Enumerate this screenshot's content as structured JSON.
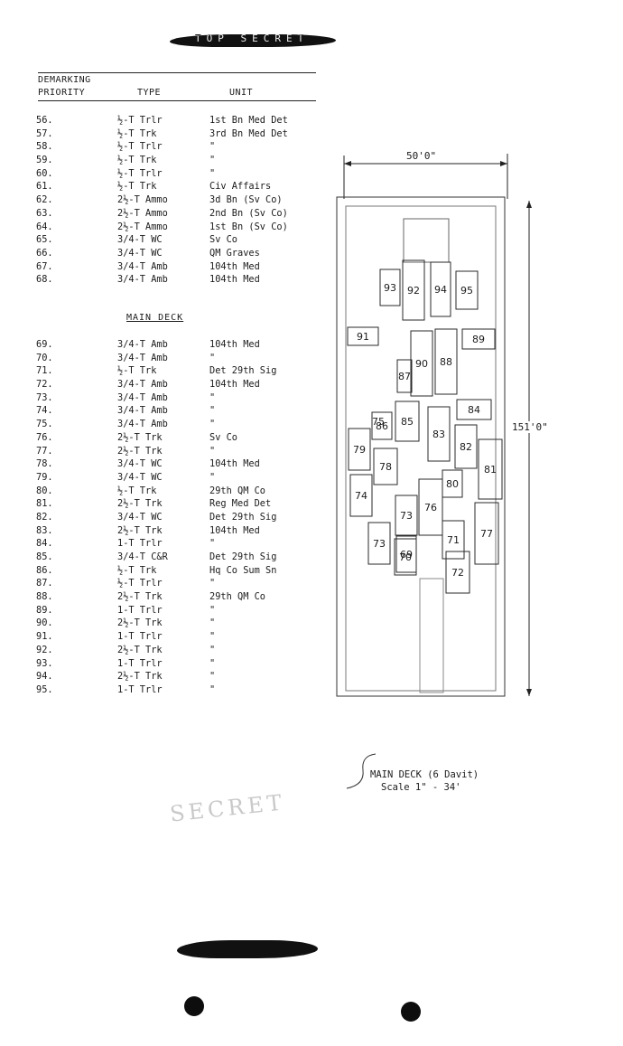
{
  "header": {
    "classification": "TOP SECRET",
    "col_priority_line1": "DEMARKING",
    "col_priority_line2": "PRIORITY",
    "col_type": "TYPE",
    "col_unit": "UNIT"
  },
  "rows_top": [
    {
      "num": "56.",
      "type": "½-T Trlr",
      "unit": "1st Bn Med Det"
    },
    {
      "num": "57.",
      "type": "½-T Trk",
      "unit": "3rd Bn Med Det"
    },
    {
      "num": "58.",
      "type": "½-T Trlr",
      "unit": "\""
    },
    {
      "num": "59.",
      "type": "½-T Trk",
      "unit": "\""
    },
    {
      "num": "60.",
      "type": "½-T Trlr",
      "unit": "\""
    },
    {
      "num": "61.",
      "type": "½-T Trk",
      "unit": "Civ Affairs"
    },
    {
      "num": "62.",
      "type": "2½-T Ammo",
      "unit": "3d Bn (Sv Co)"
    },
    {
      "num": "63.",
      "type": "2½-T Ammo",
      "unit": "2nd Bn (Sv Co)"
    },
    {
      "num": "64.",
      "type": "2½-T Ammo",
      "unit": "1st Bn (Sv Co)"
    },
    {
      "num": "65.",
      "type": "3/4-T WC",
      "unit": "Sv Co"
    },
    {
      "num": "66.",
      "type": "3/4-T WC",
      "unit": "QM Graves"
    },
    {
      "num": "67.",
      "type": "3/4-T Amb",
      "unit": "104th Med"
    },
    {
      "num": "68.",
      "type": "3/4-T Amb",
      "unit": "104th Med"
    }
  ],
  "main_deck_heading": "MAIN DECK",
  "rows_main": [
    {
      "num": "69.",
      "type": "3/4-T Amb",
      "unit": "104th Med"
    },
    {
      "num": "70.",
      "type": "3/4-T Amb",
      "unit": "\""
    },
    {
      "num": "71.",
      "type": "½-T Trk",
      "unit": "Det 29th Sig"
    },
    {
      "num": "72.",
      "type": "3/4-T Amb",
      "unit": "104th Med"
    },
    {
      "num": "73.",
      "type": "3/4-T Amb",
      "unit": "\""
    },
    {
      "num": "74.",
      "type": "3/4-T Amb",
      "unit": "\""
    },
    {
      "num": "75.",
      "type": "3/4-T Amb",
      "unit": "\""
    },
    {
      "num": "76.",
      "type": "2½-T Trk",
      "unit": "Sv Co"
    },
    {
      "num": "77.",
      "type": "2½-T Trk",
      "unit": "\""
    },
    {
      "num": "78.",
      "type": "3/4-T WC",
      "unit": "104th Med"
    },
    {
      "num": "79.",
      "type": "3/4-T WC",
      "unit": "\""
    },
    {
      "num": "80.",
      "type": "½-T Trk",
      "unit": "29th QM Co"
    },
    {
      "num": "81.",
      "type": "2½-T Trk",
      "unit": "Reg Med Det"
    },
    {
      "num": "82.",
      "type": "3/4-T WC",
      "unit": "Det 29th Sig"
    },
    {
      "num": "83.",
      "type": "2½-T Trk",
      "unit": "104th Med"
    },
    {
      "num": "84.",
      "type": "1-T Trlr",
      "unit": "\""
    },
    {
      "num": "85.",
      "type": "3/4-T C&R",
      "unit": "Det 29th Sig"
    },
    {
      "num": "86.",
      "type": "½-T Trk",
      "unit": "Hq Co Sum Sn"
    },
    {
      "num": "87.",
      "type": "½-T Trlr",
      "unit": "\""
    },
    {
      "num": "88.",
      "type": "2½-T Trk",
      "unit": "29th QM Co"
    },
    {
      "num": "89.",
      "type": "1-T Trlr",
      "unit": "\""
    },
    {
      "num": "90.",
      "type": "2½-T Trk",
      "unit": "\""
    },
    {
      "num": "91.",
      "type": "1-T Trlr",
      "unit": "\""
    },
    {
      "num": "92.",
      "type": "2½-T Trk",
      "unit": "\""
    },
    {
      "num": "93.",
      "type": "1-T Trlr",
      "unit": "\""
    },
    {
      "num": "94.",
      "type": "2½-T Trk",
      "unit": "\""
    },
    {
      "num": "95.",
      "type": "1-T Trlr",
      "unit": "\""
    }
  ],
  "diagram": {
    "width_label": "50'0\"",
    "length_label": "151'0\"",
    "vehicles": [
      "69",
      "70",
      "71",
      "72",
      "73",
      "73",
      "74",
      "75",
      "76",
      "77",
      "78",
      "79",
      "80",
      "81",
      "82",
      "83",
      "84",
      "85",
      "86",
      "87",
      "88",
      "89",
      "90",
      "91",
      "92",
      "93",
      "94",
      "95"
    ]
  },
  "caption": {
    "line1": "MAIN DECK (6 Davit)",
    "line2": "Scale 1\" - 34'"
  },
  "stamp": "SECRET"
}
